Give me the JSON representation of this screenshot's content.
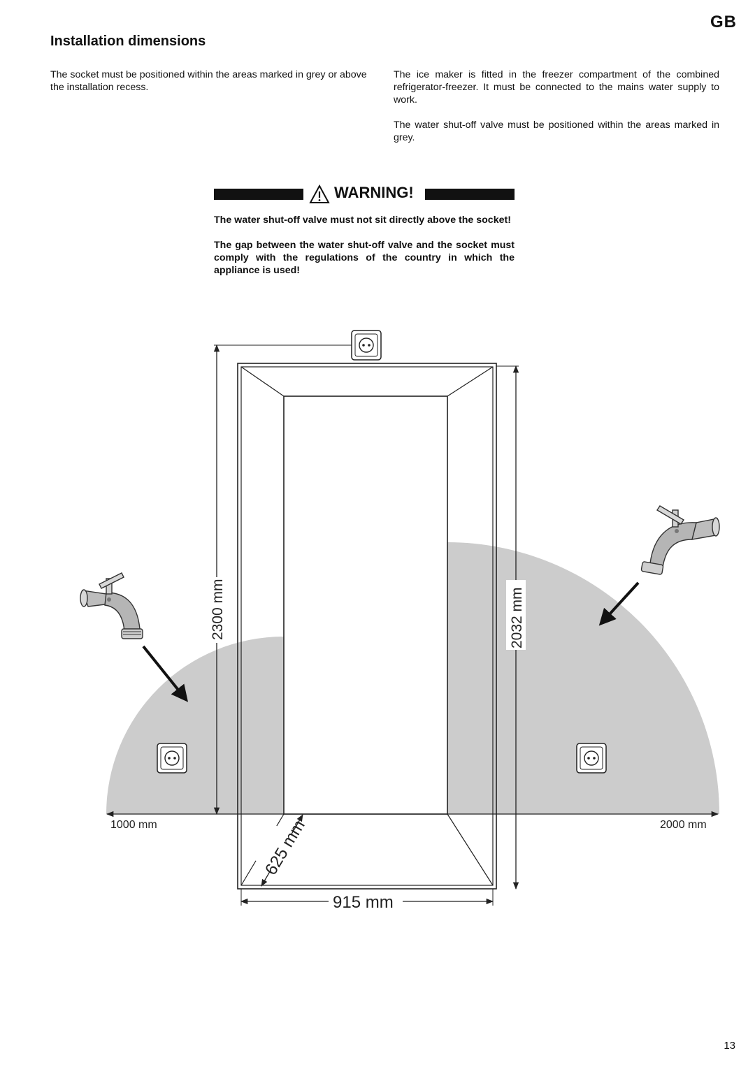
{
  "header": {
    "country_code": "GB",
    "title": "Installation dimensions"
  },
  "left_column": {
    "paragraph": "The socket must be positioned within the areas marked in grey or above the installation recess."
  },
  "right_column": {
    "paragraphs": [
      "The ice maker is fitted in the freezer compartment of the combined refrigerator-freezer. It must be connected to the mains water supply to work.",
      "The water shut-off valve must be positioned within the areas marked in grey."
    ]
  },
  "warning": {
    "label": "WARNING!",
    "paragraphs": [
      "The water shut-off valve must not sit directly above the socket!",
      "The gap between the water shut-off valve and the socket must comply with the regulations of the country in which the appliance is used!"
    ]
  },
  "diagram": {
    "dimensions": {
      "height_total": "2300 mm",
      "height_recess": "2032 mm",
      "left_radius": "1000 mm",
      "right_radius": "2000 mm",
      "depth": "625 mm",
      "width": "915 mm"
    },
    "colors": {
      "grey_area": "#cccccc",
      "line": "#222222"
    }
  },
  "footer": {
    "page_number": "13"
  }
}
